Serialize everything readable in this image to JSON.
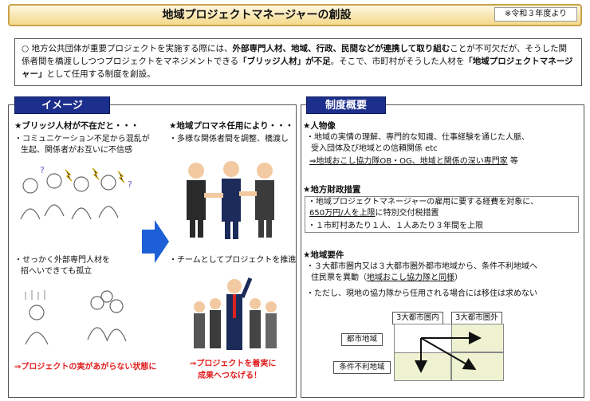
{
  "title": "地域プロジェクトマネージャーの創設",
  "title_note": "※令和３年度より",
  "intro": {
    "bullet": "○",
    "t1": "地方公共団体が重要プロジェクトを実施する際には、",
    "b1": "外部専門人材、地域、行政、民間などが連携して取り組む",
    "t2": "ことが不可欠だが、そうした関係者間を橋渡ししつつプロジェクトをマネジメントできる",
    "b2": "「ブリッジ人材」が不足",
    "t3": "。そこで、市町村がそうした人材を",
    "b3": "「地域プロジェクトマネージャー」",
    "t4": "として任用する制度を創設。"
  },
  "image_panel": {
    "tag": "イメージ",
    "before_head": "★ブリッジ人材が不在だと・・・",
    "before_1": "・コミュニケーション不足から混乱が",
    "before_1b": "生起、関係者がお互いに不信感",
    "before_2": "・せっかく外部専門人材を",
    "before_2b": "招へいできても孤立",
    "before_result": "⇒プロジェクトの実があがらない状態に",
    "after_head": "★地域プロマネ任用により・・・",
    "after_1": "・多様な関係者間を調整、橋渡し",
    "after_2": "・チームとしてプロジェクトを推進",
    "after_result_1": "⇒プロジェクトを着実に",
    "after_result_2": "成果へつなげる！"
  },
  "overview_panel": {
    "tag": "制度概要",
    "p_head": "★人物像",
    "p_1": "・地域の実情の理解、専門的な知識、仕事経験を通じた人脈、",
    "p_1b": "受入団体及び地域との信頼関係 etc",
    "p_2": "⇒地域おこし協力隊OB・OG、地域と関係の深い専門家",
    "p_2b": "等",
    "f_head": "★地方財政措置",
    "f_1a": "・地域プロジェクトマネージャーの雇用に要する経費を対象に、",
    "f_1b": "650万円/人",
    "f_1c": "を上限",
    "f_1d": "に特別交付税措置",
    "f_2": "・１市町村あたり１人、１人あたり３年間を上限",
    "r_head": "★地域要件",
    "r_1": "・３大都市圏内又は３大都市圏外都市地域から、条件不利地域へ",
    "r_1b": "住民票を異動（",
    "r_1c": "地域おこし協力隊と同様",
    "r_1d": "）",
    "r_2": "・ただし、現地の協力隊から任用される場合には移住は求めない",
    "grid_col1": "3大都市圏内",
    "grid_col2": "3大都市圏外",
    "grid_row1": "都市地域",
    "grid_row2": "条件不利地域"
  },
  "colors": {
    "panel_tag": "#1d2f8c",
    "title_border": "#c8a24a",
    "red": "#e21f1f",
    "grid_cell": "#eef2d0"
  }
}
